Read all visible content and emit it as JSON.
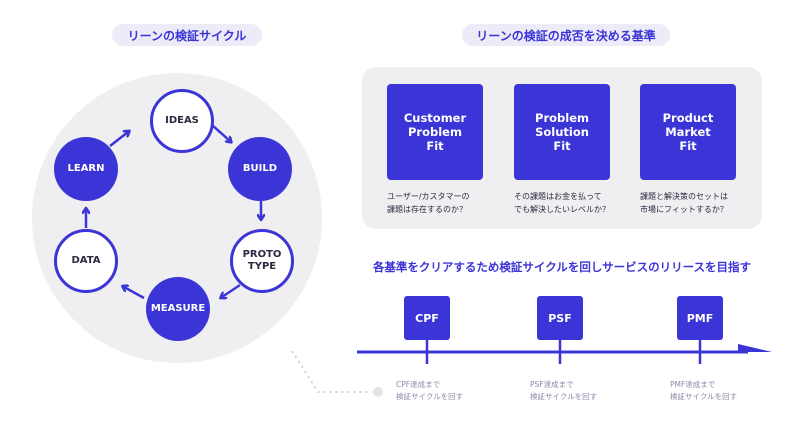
{
  "cycle": {
    "title": "リーンの検証サイクル",
    "nodes": {
      "ideas": "IDEAS",
      "build": "BUILD",
      "proto": "PROTO\nTYPE",
      "measure": "MEASURE",
      "data": "DATA",
      "learn": "LEARN"
    }
  },
  "criteria": {
    "title": "リーンの検証の成否を決める基準",
    "cards": [
      {
        "label": "Customer\nProblem\nFit",
        "desc": "ユーザー/カスタマーの\n課題は存在するのか？"
      },
      {
        "label": "Problem\nSolution\nFit",
        "desc": "その課題はお金を払って\nでも解決したいレベルか？"
      },
      {
        "label": "Product\nMarket\nFit",
        "desc": "課題と解決策のセットは\n市場にフィットするか？"
      }
    ]
  },
  "timeline": {
    "goal": "各基準をクリアするため検証サイクルを回しサービスのリリースを目指す",
    "milestones": [
      {
        "label": "CPF",
        "note": "CPF達成まで\n検証サイクルを回す"
      },
      {
        "label": "PSF",
        "note": "PSF達成まで\n検証サイクルを回す"
      },
      {
        "label": "PMF",
        "note": "PMF達成まで\n検証サイクルを回す"
      }
    ]
  },
  "colors": {
    "accent": "#3b34d6",
    "panel": "#efeff1",
    "pill": "#ecebf7"
  }
}
